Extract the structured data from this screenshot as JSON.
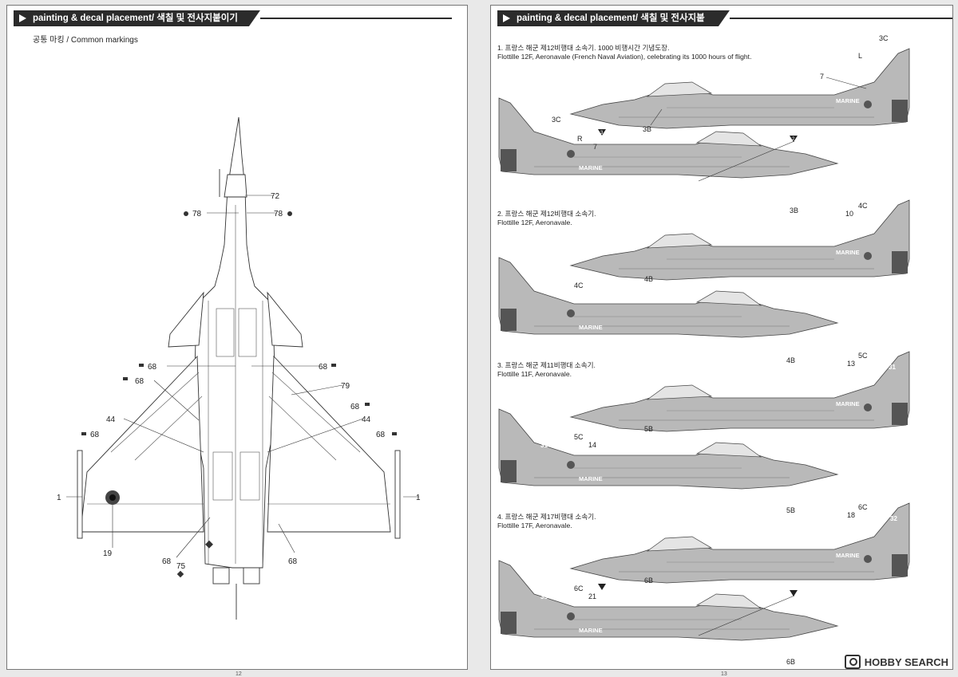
{
  "header": {
    "title": "painting & decal placement/ 색칠 및 전사지붙이기"
  },
  "left_page": {
    "subtitle": "공통 마킹 / Common markings",
    "page_number": "12",
    "callouts": [
      "72",
      "78",
      "78",
      "68",
      "68",
      "68",
      "79",
      "68",
      "44",
      "44",
      "68",
      "68",
      "1",
      "1",
      "19",
      "68",
      "75",
      "68"
    ]
  },
  "right_page": {
    "page_number": "13",
    "variants": [
      {
        "title_ko": "1. 프랑스 해군 제12비행대 소속기. 1000 비행시간 기념도장.",
        "title_en": "Flottille 12F, Aeronavale (French Naval Aviation), celebrating its 1000 hours of flight.",
        "top_labels": [
          "3C",
          "L",
          "7",
          "3B",
          "2"
        ],
        "bottom_labels": [
          "3C",
          "R",
          "7",
          "3",
          "2",
          "3B"
        ],
        "marking": "MARINE"
      },
      {
        "title_ko": "2. 프랑스 해군 제12비행대 소속기.",
        "title_en": "Flottille 12F, Aeronavale.",
        "top_labels": [
          "4C",
          "10",
          "4B"
        ],
        "bottom_labels": [
          "4C",
          "4B"
        ],
        "marking": "MARINE"
      },
      {
        "title_ko": "3. 프랑스 해군 제11비행대 소속기.",
        "title_en": "Flottille 11F, Aeronavale.",
        "top_labels": [
          "5C",
          "13",
          "5B",
          "31"
        ],
        "bottom_labels": [
          "5C",
          "14",
          "5B",
          "31"
        ],
        "marking": "MARINE"
      },
      {
        "title_ko": "4. 프랑스 해군 제17비행대 소속기.",
        "title_en": "Flottille 17F, Aeronavale.",
        "top_labels": [
          "6C",
          "18",
          "6B",
          "32"
        ],
        "bottom_labels": [
          "6C",
          "21",
          "6B",
          "33"
        ],
        "marking": "MARINE"
      }
    ]
  },
  "watermark": {
    "text": "HOBBY SEARCH"
  }
}
